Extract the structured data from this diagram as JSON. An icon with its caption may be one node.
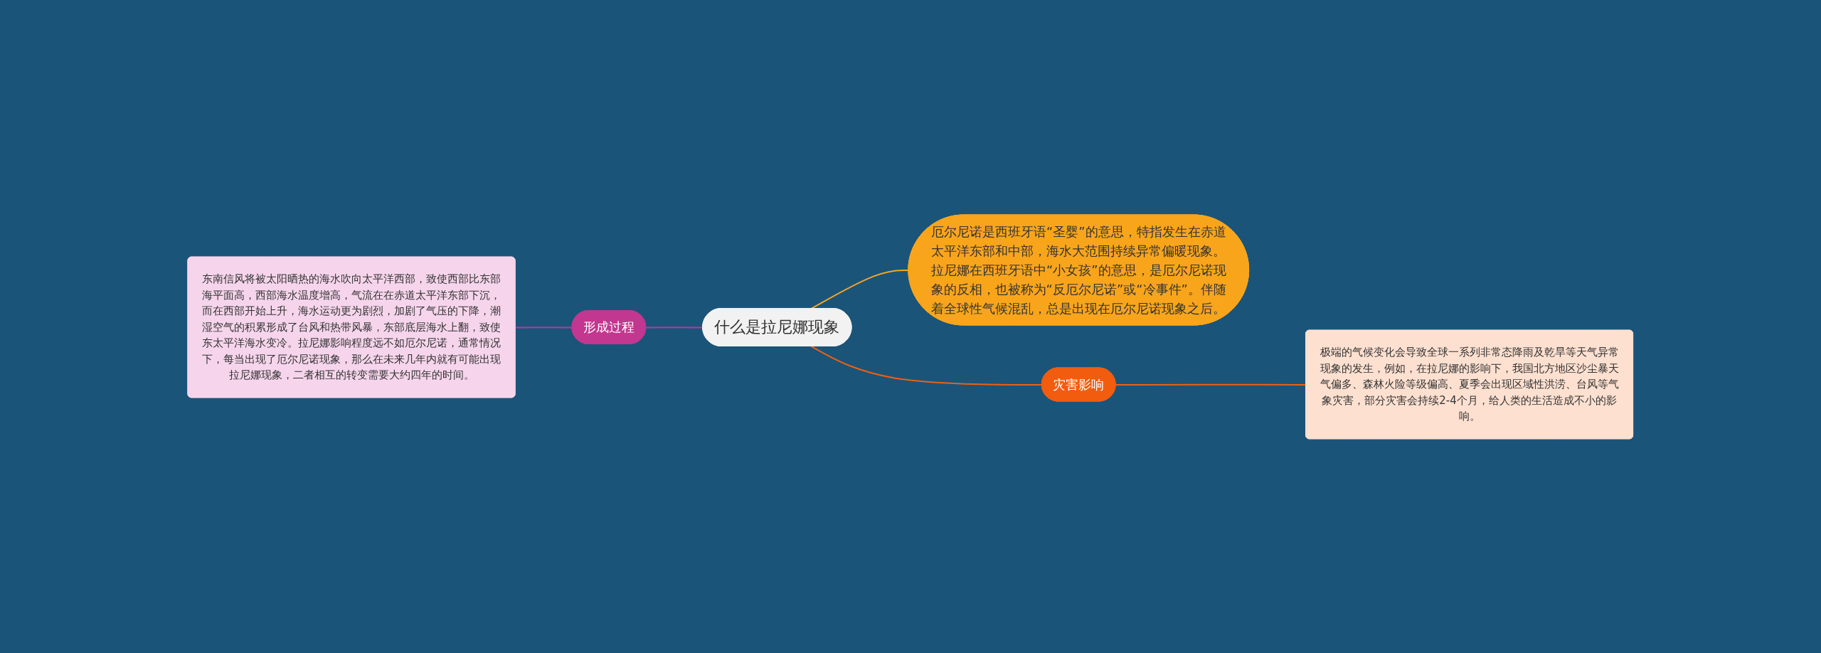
{
  "diagram": {
    "nodes": [
      {
        "text": [
          "什么是拉尼娜现象"
        ]
      },
      {
        "text": [
          "厄尔尼诺是西班牙语“圣婴”的意思，特指发生在赤道太平洋东部和中部，海水大范围持续异常偏暖现象。拉尼娜在西班牙语中“小女孩”的意思，是厄尔尼诺现象的反相，也被称为“反厄尔尼诺”或“冷事件”。伴随着全球性气候混乱，总是出现在厄尔尼诺现象之后。"
        ]
      },
      {
        "text": [
          "灾害影响"
        ]
      },
      {
        "text": [
          "极端的气候变化会导致全球一系列非常态降雨及乾旱等天气异常现象的发生，例如，在拉尼娜的影响下，我国北方地区沙尘暴天气偏多、森林火险等级偏高、夏季会出现区域性洪涝、台风等气象灾害，部分灾害会持续2-4个月，给人类的生活造成不小的影响。"
        ]
      },
      {
        "text": [
          "形成过程"
        ]
      },
      {
        "text": [
          "东南信风将被太阳晒热的海水吹向太平洋西部，致使西部比东部海平面高，西部海水温度增高，气流在在赤道太平洋东部下沉，而在西部开始上升，海水运动更为剧烈，加剧了气压的下降，潮湿空气的积累形成了台风和热带风暴，东部底层海水上翻，致使东太平洋海水变冷。拉尼娜影响程度远不如厄尔尼诺，通常情况下，每当出现了厄尔尼诺现象，那么在未来几年内就有可能出现拉尼娜现象，二者相互的转变需要大约四年的时间。"
        ]
      }
    ],
    "edges": [
      {
        "from": 0,
        "to": 1,
        "arrow": "none",
        "color": "#f5a623"
      },
      {
        "from": 0,
        "to": 2,
        "arrow": "none",
        "color": "#f0600f"
      },
      {
        "from": 2,
        "to": 3,
        "arrow": "none",
        "color": "#f0600f"
      },
      {
        "from": 4,
        "to": 0,
        "arrow": "none",
        "color": "#c0359a"
      },
      {
        "from": 5,
        "to": 4,
        "arrow": "none",
        "color": "#c0359a"
      }
    ]
  }
}
